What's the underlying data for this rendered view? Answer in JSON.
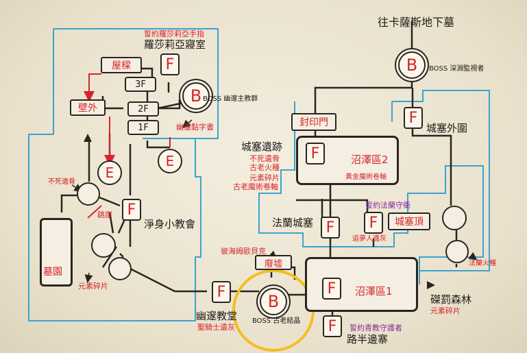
{
  "labels": {
    "to_kasans": "往卡薩斯地下墓",
    "boss_abyss": "BOSS 深淵監視者",
    "ring_rosaria": "誓約羅莎莉亞手指",
    "rosaria_room": "羅莎莉亞寢室",
    "beam": "屋樑",
    "floor_3f": "3F",
    "floor_2f": "2F",
    "floor_1f": "1F",
    "outside_wall": "壁外",
    "boss_deacons": "BOSS 幽邃主教群",
    "gold_pendant": "幽邃黏字書",
    "seal_gate": "封印門",
    "castle_outer": "城塞外圍",
    "castle_ruins": "城塞遺跡",
    "ruins_items_1": "不死遺骨",
    "ruins_items_2": "古老火種",
    "ruins_items_3": "元素碎片",
    "ruins_items_4": "古老魔術卷軸",
    "swamp_2": "沼澤區2",
    "gold_scroll": "黃金魔術卷軸",
    "undead_bone": "不死遺骨",
    "jump": "跳崖",
    "purify_chapel": "淨身小教會",
    "farron_keep": "法蘭城塞",
    "oath_farron": "誓約法蘭守衛",
    "castle_top": "城塞頂",
    "dream_ash": "追夢人遺灰",
    "farron_fire": "法蘭火種",
    "graveyard": "墓園",
    "element_shard": "元素碎片",
    "havel": "彼海姆歐貝克",
    "ruins_small": "廢墟",
    "swamp_1": "沼澤區1",
    "crucifixion_woods": "磔罰森林",
    "woods_shard": "元素碎片",
    "deep_church": "幽邃教堂",
    "knight_ash": "聖騎士遺灰",
    "boss_crystal": "BOSS 古老結晶",
    "oath_blue": "誓約青教守護者",
    "halfway_fortress": "路半邊寨"
  },
  "icons": {
    "F": "F",
    "E": "E",
    "B": "B"
  },
  "colors": {
    "area_border": "#3aa3cf",
    "route_red": "#d8232a",
    "highlight_ring": "#f5bd1f",
    "line_dark": "#2a2420"
  }
}
